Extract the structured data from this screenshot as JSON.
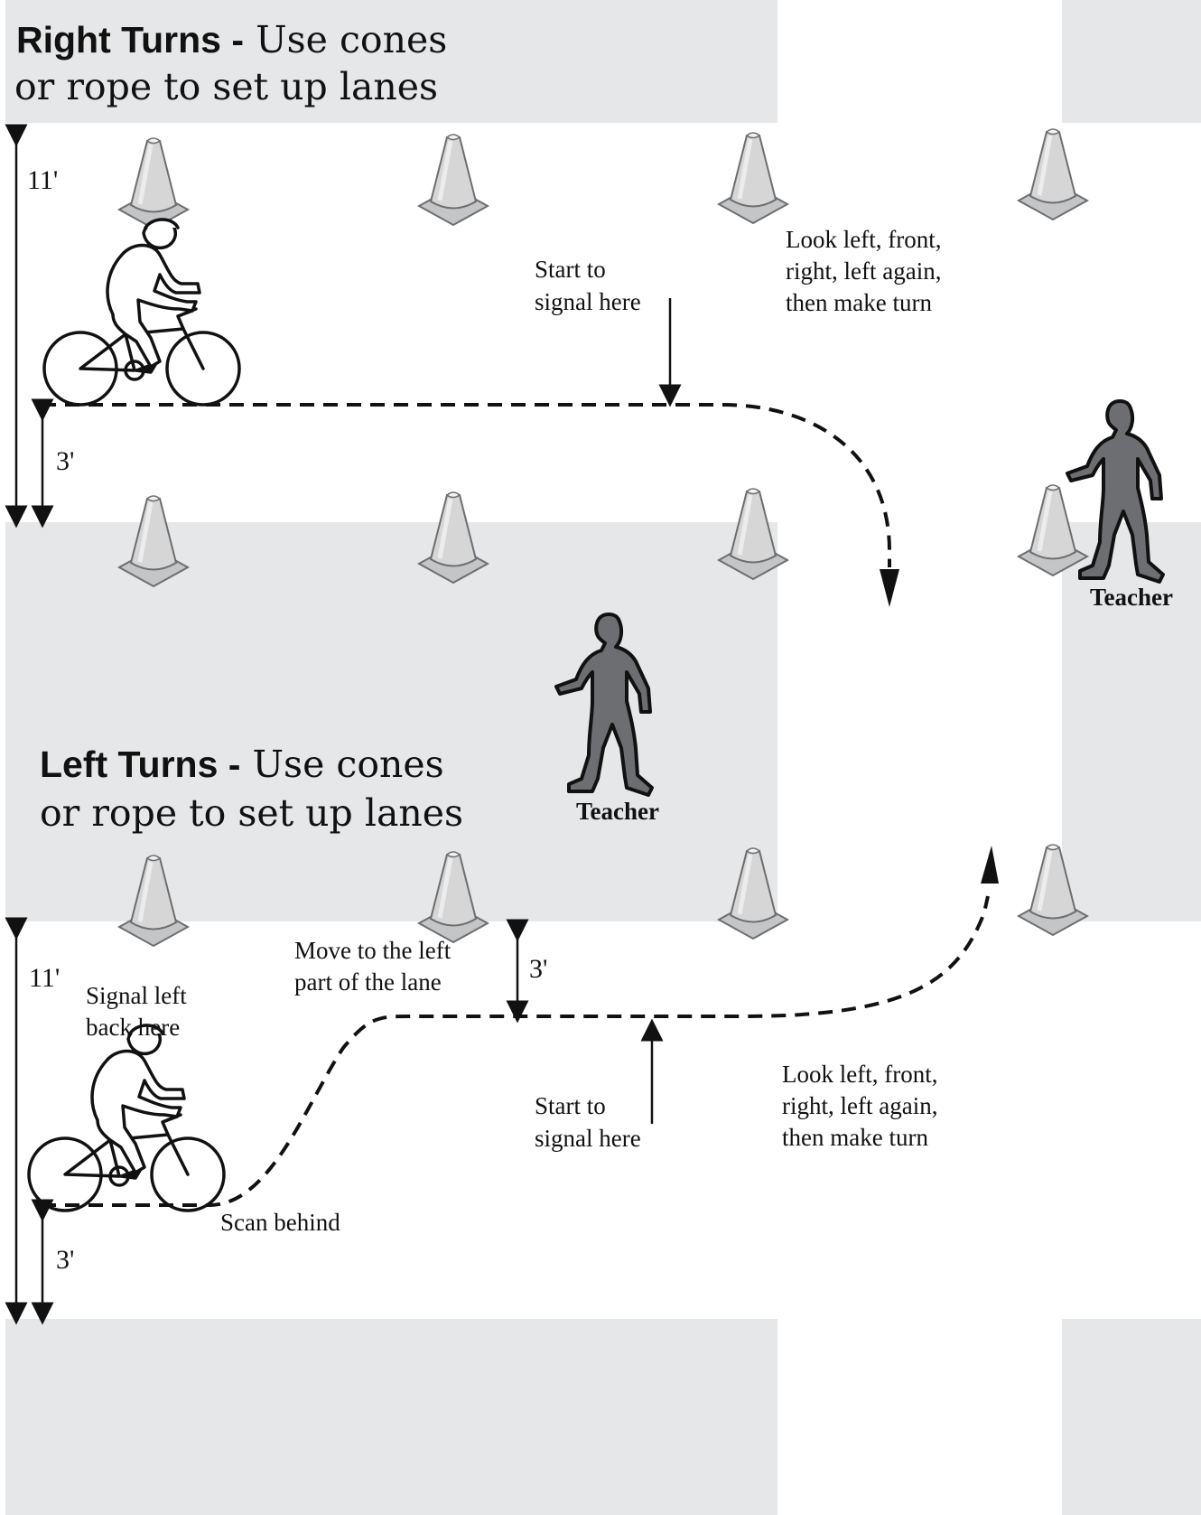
{
  "right_turns": {
    "heading_bold": "Right Turns -",
    "heading_line1": " Use cones",
    "heading_line2": "or rope to set up lanes",
    "lane_width": "11'",
    "offset": "3'",
    "start_signal_line1": "Start to",
    "start_signal_line2": "signal here",
    "look_line1": "Look left, front,",
    "look_line2": "right, left again,",
    "look_line3": "then make turn",
    "teacher": "Teacher"
  },
  "left_turns": {
    "heading_bold": "Left Turns -",
    "heading_line1": " Use cones",
    "heading_line2": "or rope to set up lanes",
    "lane_width": "11'",
    "offset_bottom": "3'",
    "offset_move": "3'",
    "signal_left_line1": "Signal left",
    "signal_left_line2": "back here",
    "move_line1": "Move to the left",
    "move_line2": "part of the lane",
    "start_signal_line1": "Start to",
    "start_signal_line2": "signal here",
    "look_line1": "Look left, front,",
    "look_line2": "right, left again,",
    "look_line3": "then make turn",
    "scan_behind": "Scan behind",
    "teacher": "Teacher"
  },
  "colors": {
    "block": "#e6e7e8",
    "figure": "#6d6e71",
    "cone_top": "#d9d9d9",
    "cone_base": "#bfc0c2"
  }
}
